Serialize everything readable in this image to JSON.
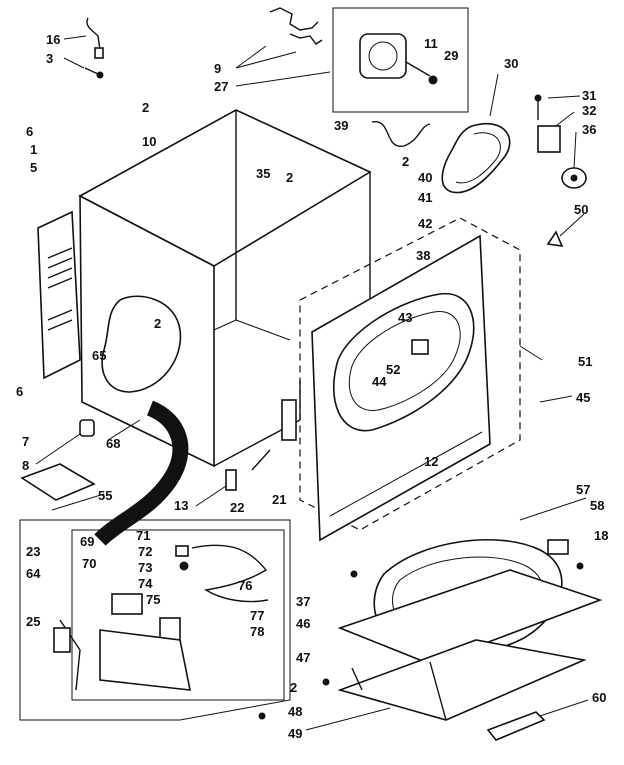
{
  "labels": {
    "l16": "16",
    "l3": "3",
    "l9": "9",
    "l27": "27",
    "l11": "11",
    "l29": "29",
    "l30": "30",
    "l31": "31",
    "l32": "32",
    "l36": "36",
    "l2a": "2",
    "l10": "10",
    "l6a": "6",
    "l1": "1",
    "l5": "5",
    "l39": "39",
    "l2b": "2",
    "l35": "35",
    "l2c": "2",
    "l40": "40",
    "l41": "41",
    "l42": "42",
    "l38": "38",
    "l50": "50",
    "l2d": "2",
    "l65": "65",
    "l6b": "6",
    "l7": "7",
    "l8": "8",
    "l68": "68",
    "l43": "43",
    "l52": "52",
    "l44": "44",
    "l51": "51",
    "l45": "45",
    "l55": "55",
    "l13": "13",
    "l22": "22",
    "l21": "21",
    "l12": "12",
    "l57": "57",
    "l58": "58",
    "l18": "18",
    "l23": "23",
    "l69": "69",
    "l70": "70",
    "l71": "71",
    "l72": "72",
    "l73": "73",
    "l74": "74",
    "l75": "75",
    "l76": "76",
    "l77": "77",
    "l78": "78",
    "l64": "64",
    "l25": "25",
    "l37": "37",
    "l46": "46",
    "l47": "47",
    "l2e": "2",
    "l48": "48",
    "l49": "49",
    "l60": "60"
  }
}
